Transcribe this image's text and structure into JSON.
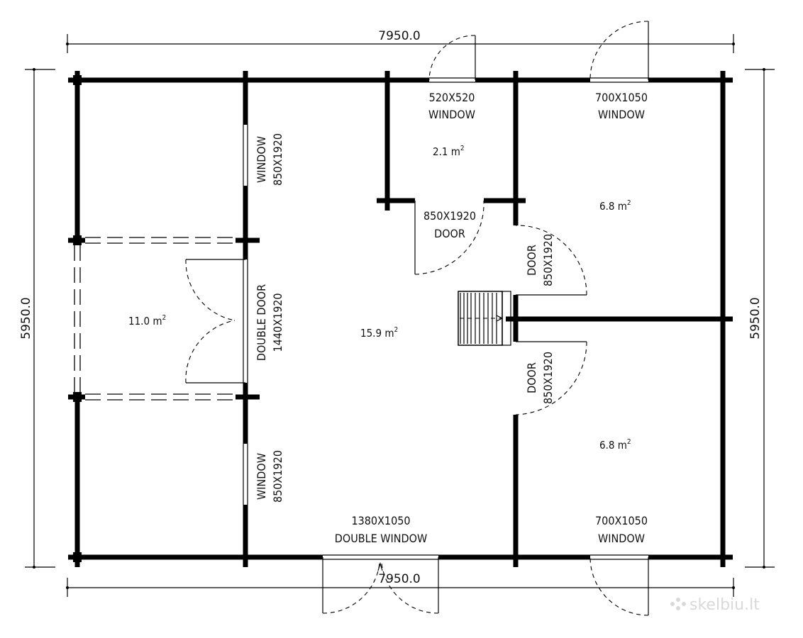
{
  "dimensions": {
    "top_width": "7950.0",
    "bottom_width": "7950.0",
    "left_height": "5950.0",
    "right_height": "5950.0"
  },
  "rooms": {
    "storage": {
      "area": "2.1 m",
      "sup": "2"
    },
    "room_top_right": {
      "area": "6.8 m",
      "sup": "2"
    },
    "room_bottom_right": {
      "area": "6.8 m",
      "sup": "2"
    },
    "living": {
      "area": "15.9 m",
      "sup": "2"
    },
    "terrace": {
      "area": "11.0 m",
      "sup": "2"
    }
  },
  "openings": {
    "window_top_small": {
      "size": "520X520",
      "type": "WINDOW"
    },
    "window_top_right": {
      "size": "700X1050",
      "type": "WINDOW"
    },
    "window_bottom_right": {
      "size": "700X1050",
      "type": "WINDOW"
    },
    "double_window_bottom": {
      "size": "1380X1050",
      "type": "DOUBLE WINDOW"
    },
    "door_storage": {
      "size": "850X1920",
      "type": "DOOR"
    },
    "door_room_top": {
      "type": "DOOR",
      "size": "850X1920"
    },
    "door_room_bottom": {
      "type": "DOOR",
      "size": "850X1920"
    },
    "window_left_top": {
      "type": "WINDOW",
      "size": "850X1920"
    },
    "window_left_bottom": {
      "type": "WINDOW",
      "size": "850X1920"
    },
    "double_door_left": {
      "type": "DOUBLE DOOR",
      "size": "1440X1920"
    }
  },
  "watermark": "skelbiu.lt"
}
